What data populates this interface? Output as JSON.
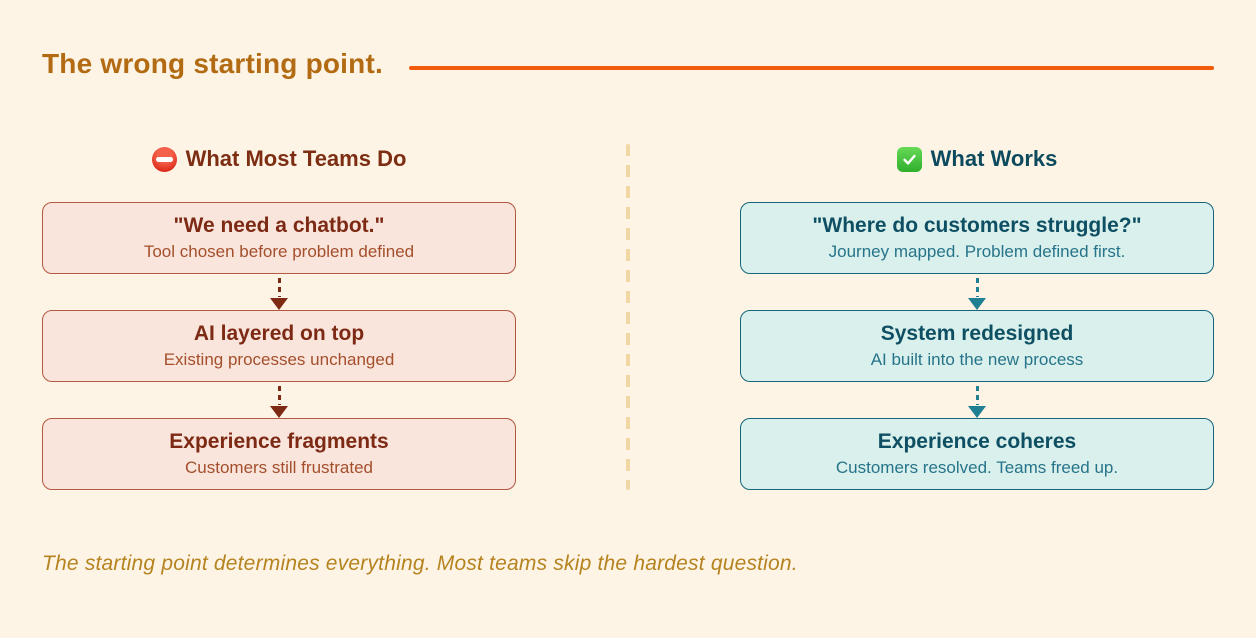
{
  "header": {
    "title": "The wrong starting point."
  },
  "columns": {
    "left": {
      "heading": "What Most Teams Do",
      "icon": "no-entry-icon",
      "steps": [
        {
          "title": "\"We need a chatbot.\"",
          "subtitle": "Tool chosen before problem defined"
        },
        {
          "title": "AI layered on top",
          "subtitle": "Existing processes unchanged"
        },
        {
          "title": "Experience fragments",
          "subtitle": "Customers still frustrated"
        }
      ]
    },
    "right": {
      "heading": "What Works",
      "icon": "check-mark-icon",
      "steps": [
        {
          "title": "\"Where do customers struggle?\"",
          "subtitle": "Journey mapped. Problem defined first."
        },
        {
          "title": "System redesigned",
          "subtitle": "AI built into the new process"
        },
        {
          "title": "Experience coheres",
          "subtitle": "Customers resolved. Teams freed up."
        }
      ]
    }
  },
  "footer": {
    "text": "The starting point determines everything. Most teams skip the hardest question."
  },
  "colors": {
    "background": "#fdf4e6",
    "title_text": "#b26b12",
    "title_rule": "#f15c0c",
    "left_heading": "#7c2d12",
    "left_card_bg": "#fae5dd",
    "left_card_border": "#b25a41",
    "left_card_title": "#7d2a14",
    "left_card_subtitle": "#a34f2b",
    "left_arrow": "#7d2a14",
    "right_heading": "#0d4a5e",
    "right_card_bg": "#d9f0ec",
    "right_card_border": "#16667a",
    "right_card_title": "#0e4f63",
    "right_card_subtitle": "#27748a",
    "right_arrow": "#1f7f93",
    "divider": "#f0d7a4",
    "footer_text": "#b5831f"
  }
}
